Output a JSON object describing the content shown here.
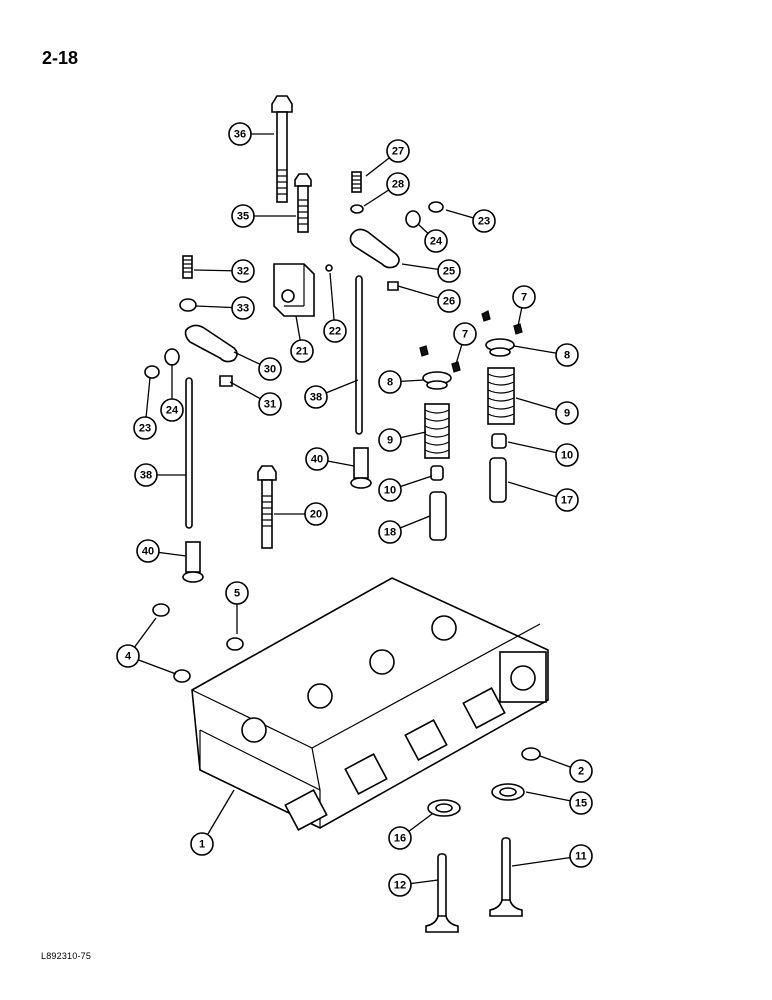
{
  "page": {
    "number": "2-18",
    "figure_code": "L892310-75",
    "colors": {
      "ink": "#000000",
      "paper": "#ffffff"
    }
  },
  "callouts": [
    {
      "id": "c36",
      "label": "36"
    },
    {
      "id": "c35",
      "label": "35"
    },
    {
      "id": "c27",
      "label": "27"
    },
    {
      "id": "c28",
      "label": "28"
    },
    {
      "id": "c23a",
      "label": "23"
    },
    {
      "id": "c24a",
      "label": "24"
    },
    {
      "id": "c25",
      "label": "25"
    },
    {
      "id": "c26",
      "label": "26"
    },
    {
      "id": "c32",
      "label": "32"
    },
    {
      "id": "c33",
      "label": "33"
    },
    {
      "id": "c22",
      "label": "22"
    },
    {
      "id": "c21",
      "label": "21"
    },
    {
      "id": "c30",
      "label": "30"
    },
    {
      "id": "c31",
      "label": "31"
    },
    {
      "id": "c23b",
      "label": "23"
    },
    {
      "id": "c24b",
      "label": "24"
    },
    {
      "id": "c38a",
      "label": "38"
    },
    {
      "id": "c38b",
      "label": "38"
    },
    {
      "id": "c7a",
      "label": "7"
    },
    {
      "id": "c7b",
      "label": "7"
    },
    {
      "id": "c8a",
      "label": "8"
    },
    {
      "id": "c8b",
      "label": "8"
    },
    {
      "id": "c9a",
      "label": "9"
    },
    {
      "id": "c9b",
      "label": "9"
    },
    {
      "id": "c10a",
      "label": "10"
    },
    {
      "id": "c10b",
      "label": "10"
    },
    {
      "id": "c17",
      "label": "17"
    },
    {
      "id": "c18",
      "label": "18"
    },
    {
      "id": "c40a",
      "label": "40"
    },
    {
      "id": "c40b",
      "label": "40"
    },
    {
      "id": "c20",
      "label": "20"
    },
    {
      "id": "c5",
      "label": "5"
    },
    {
      "id": "c4",
      "label": "4"
    },
    {
      "id": "c2",
      "label": "2"
    },
    {
      "id": "c15",
      "label": "15"
    },
    {
      "id": "c16",
      "label": "16"
    },
    {
      "id": "c1",
      "label": "1"
    },
    {
      "id": "c11",
      "label": "11"
    },
    {
      "id": "c12",
      "label": "12"
    }
  ]
}
